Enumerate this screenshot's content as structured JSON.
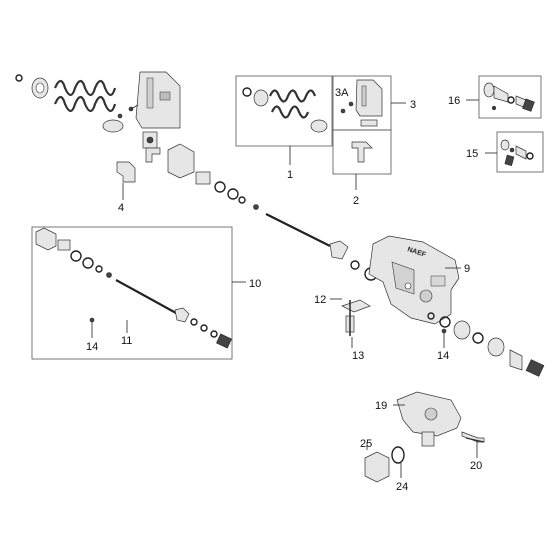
{
  "brand_label": "NAEF",
  "callouts": {
    "c1": "1",
    "c2": "2",
    "c3": "3",
    "c3a": "3A",
    "c4": "4",
    "c9": "9",
    "c10": "10",
    "c11": "11",
    "c12": "12",
    "c13": "13",
    "c14a": "14",
    "c14b": "14",
    "c15": "15",
    "c16": "16",
    "c19": "19",
    "c20": "20",
    "c24": "24",
    "c25": "25"
  }
}
